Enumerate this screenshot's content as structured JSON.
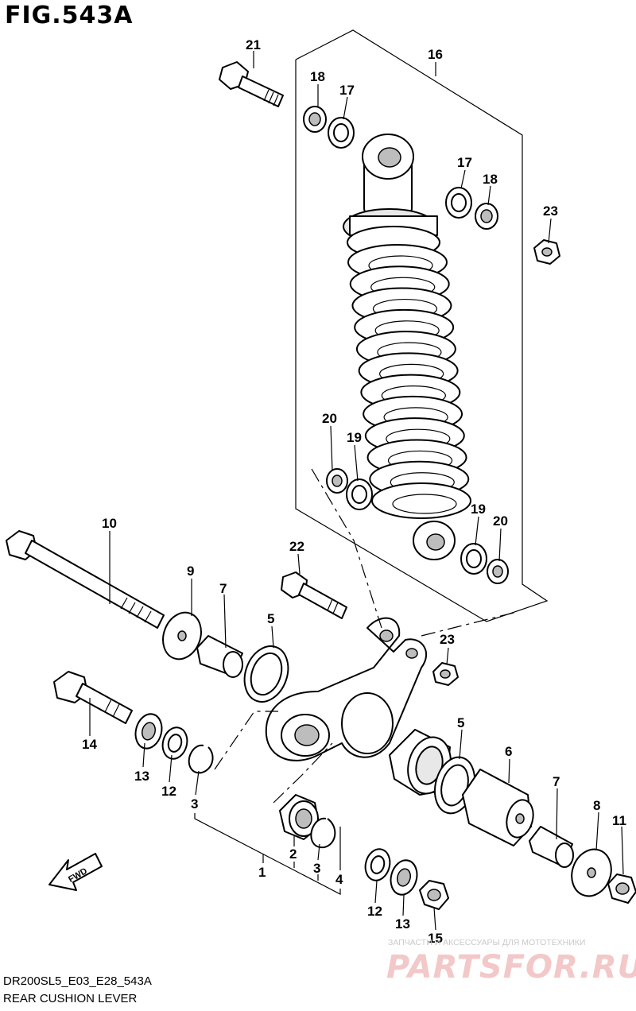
{
  "figure": {
    "title": "FIG.543A",
    "code": "DR200SL5_E03_E28_543A",
    "caption": "REAR CUSHION LEVER",
    "fwd_label": "FWD"
  },
  "watermark": {
    "line1": "ЗАПЧАСТИ И АКСЕССУАРЫ ДЛЯ МОТОТЕХНИКИ",
    "line2": "PARTSFOR.RU"
  },
  "callouts": [
    {
      "id": "c1",
      "label": "1"
    },
    {
      "id": "c2",
      "label": "2"
    },
    {
      "id": "c3a",
      "label": "3"
    },
    {
      "id": "c3b",
      "label": "3"
    },
    {
      "id": "c4",
      "label": "4"
    },
    {
      "id": "c5a",
      "label": "5"
    },
    {
      "id": "c5b",
      "label": "5"
    },
    {
      "id": "c6",
      "label": "6"
    },
    {
      "id": "c7a",
      "label": "7"
    },
    {
      "id": "c7b",
      "label": "7"
    },
    {
      "id": "c8",
      "label": "8"
    },
    {
      "id": "c9",
      "label": "9"
    },
    {
      "id": "c10",
      "label": "10"
    },
    {
      "id": "c11",
      "label": "11"
    },
    {
      "id": "c12a",
      "label": "12"
    },
    {
      "id": "c12b",
      "label": "12"
    },
    {
      "id": "c13a",
      "label": "13"
    },
    {
      "id": "c13b",
      "label": "13"
    },
    {
      "id": "c14",
      "label": "14"
    },
    {
      "id": "c15",
      "label": "15"
    },
    {
      "id": "c16",
      "label": "16"
    },
    {
      "id": "c17a",
      "label": "17"
    },
    {
      "id": "c17b",
      "label": "17"
    },
    {
      "id": "c18a",
      "label": "18"
    },
    {
      "id": "c18b",
      "label": "18"
    },
    {
      "id": "c19a",
      "label": "19"
    },
    {
      "id": "c19b",
      "label": "19"
    },
    {
      "id": "c20a",
      "label": "20"
    },
    {
      "id": "c20b",
      "label": "20"
    },
    {
      "id": "c21",
      "label": "21"
    },
    {
      "id": "c22",
      "label": "22"
    },
    {
      "id": "c23a",
      "label": "23"
    },
    {
      "id": "c23b",
      "label": "23"
    }
  ]
}
